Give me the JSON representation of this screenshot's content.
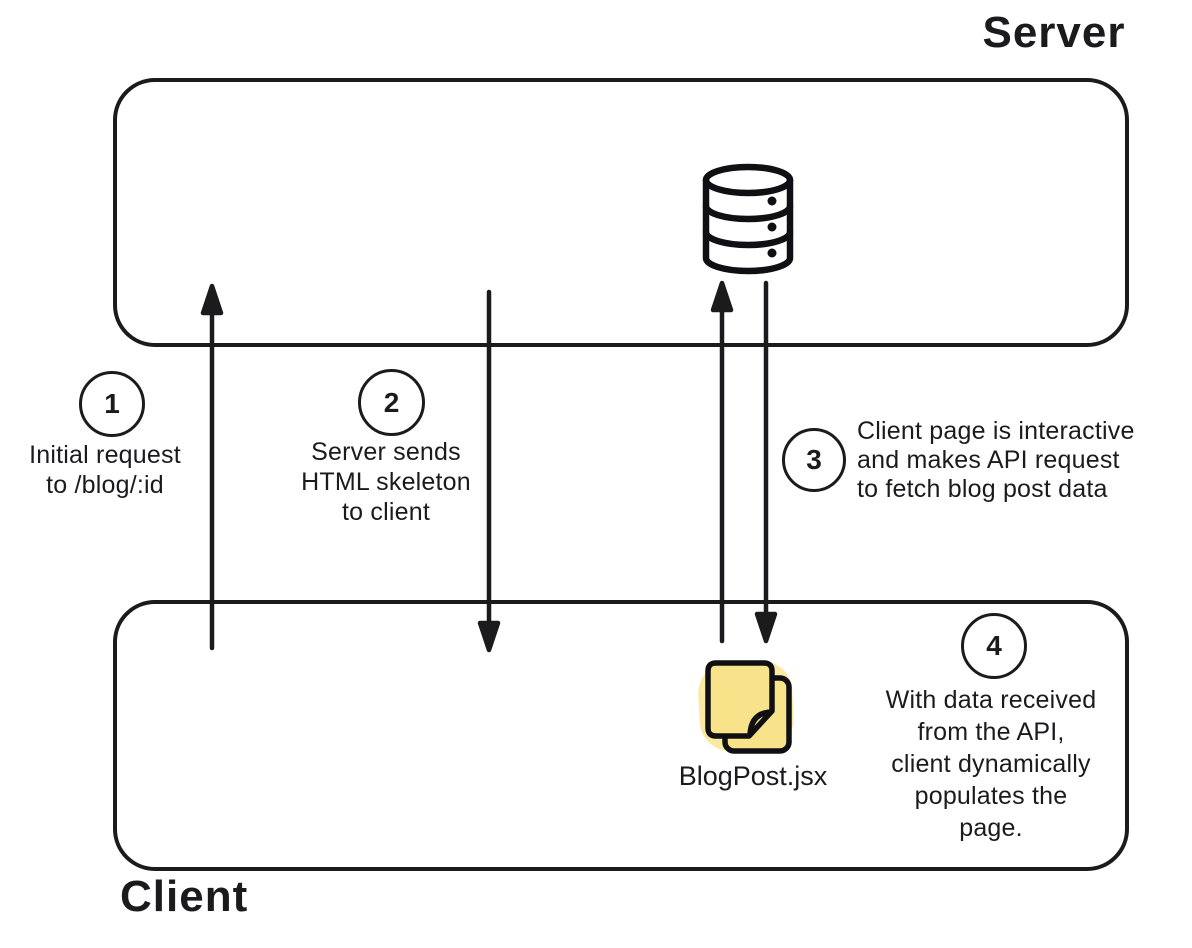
{
  "titles": {
    "server": "Server",
    "client": "Client"
  },
  "nodes": {
    "database": {
      "icon": "database-icon",
      "location": "server"
    },
    "file": {
      "icon": "file-copy-icon",
      "label": "BlogPost.jsx",
      "location": "client"
    }
  },
  "steps": [
    {
      "number": "1",
      "text": "Initial request\nto /blog/:id"
    },
    {
      "number": "2",
      "text": "Server sends\nHTML skeleton\nto client"
    },
    {
      "number": "3",
      "text": "Client page is interactive\nand makes API request\nto fetch blog post data"
    },
    {
      "number": "4",
      "text": "With data received\nfrom the API,\nclient dynamically\npopulates the\npage."
    }
  ],
  "arrows": [
    {
      "name": "initial-request",
      "direction": "up",
      "from": "client",
      "to": "server"
    },
    {
      "name": "html-skeleton",
      "direction": "down",
      "from": "server",
      "to": "client"
    },
    {
      "name": "api-request",
      "direction": "up",
      "from": "client",
      "to": "database"
    },
    {
      "name": "api-response",
      "direction": "down",
      "from": "database",
      "to": "client"
    }
  ],
  "colors": {
    "stroke": "#1b1b1e",
    "file_fill": "#f8e38b",
    "file_glow": "#fae9a2",
    "background": "#ffffff"
  }
}
